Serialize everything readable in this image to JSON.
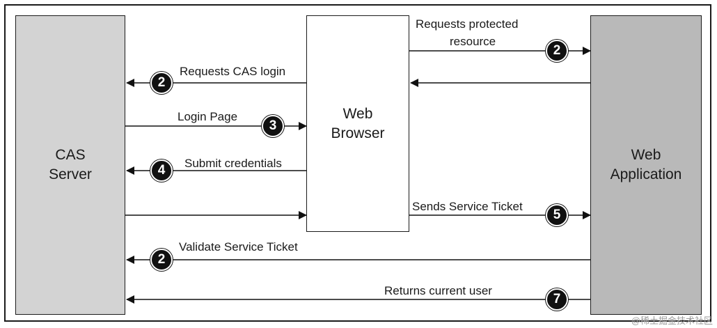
{
  "nodes": {
    "cas_server": [
      "CAS",
      "Server"
    ],
    "web_browser": [
      "Web",
      "Browser"
    ],
    "web_application": [
      "Web",
      "Application"
    ]
  },
  "messages": [
    {
      "label": [
        "Requests protected",
        "resource"
      ],
      "step": "2",
      "from": "web_browser",
      "to": "web_application"
    },
    {
      "label": [],
      "step": "",
      "from": "web_application",
      "to": "web_browser"
    },
    {
      "label": [
        "Requests CAS login"
      ],
      "step": "2",
      "from": "web_browser",
      "to": "cas_server"
    },
    {
      "label": [
        "Login Page"
      ],
      "step": "3",
      "from": "cas_server",
      "to": "web_browser"
    },
    {
      "label": [
        "Submit credentials"
      ],
      "step": "4",
      "from": "web_browser",
      "to": "cas_server"
    },
    {
      "label": [],
      "step": "",
      "from": "cas_server",
      "to": "web_browser"
    },
    {
      "label": [
        "Sends Service Ticket"
      ],
      "step": "5",
      "from": "web_browser",
      "to": "web_application"
    },
    {
      "label": [
        "Validate Service Ticket"
      ],
      "step": "2",
      "from": "web_application",
      "to": "cas_server"
    },
    {
      "label": [
        "Returns current user"
      ],
      "step": "7",
      "from": "web_application",
      "to": "cas_server"
    }
  ],
  "watermark": "@稀土掘金技术社区"
}
